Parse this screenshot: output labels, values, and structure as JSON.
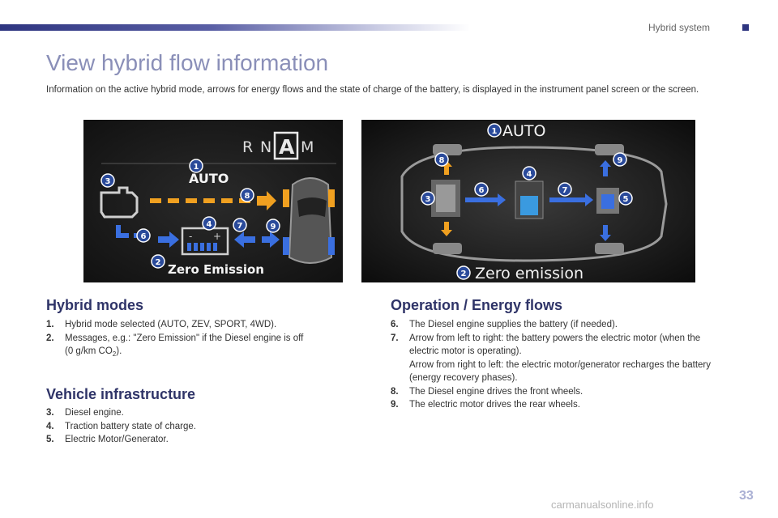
{
  "header": {
    "section": "Hybrid system"
  },
  "title": "View hybrid flow information",
  "intro": "Information on the active hybrid mode, arrows for energy flows and the state of charge of the battery, is displayed in the instrument panel screen or the screen.",
  "left_panel": {
    "gear_r": "R",
    "gear_n": "N",
    "gear_a": "A",
    "gear_m": "M",
    "mode": "AUTO",
    "message": "Zero Emission",
    "battery_minus": "-",
    "battery_plus": "+",
    "callouts": [
      "1",
      "2",
      "3",
      "4",
      "6",
      "7",
      "8",
      "9"
    ]
  },
  "right_panel": {
    "mode": "AUTO",
    "message": "Zero emission",
    "callouts": [
      "1",
      "2",
      "3",
      "4",
      "5",
      "6",
      "7",
      "8",
      "9"
    ]
  },
  "hybrid_modes": {
    "heading": "Hybrid modes",
    "items": [
      {
        "num": "1.",
        "text": "Hybrid mode selected (AUTO, ZEV, SPORT, 4WD)."
      },
      {
        "num": "2.",
        "text": "Messages, e.g.: \"Zero Emission\" if the Diesel engine is off",
        "text2": "(0 g/km CO",
        "sub": "2",
        "text3": ")."
      }
    ]
  },
  "vehicle_infra": {
    "heading": "Vehicle infrastructure",
    "items": [
      {
        "num": "3.",
        "text": "Diesel engine."
      },
      {
        "num": "4.",
        "text": "Traction battery state of charge."
      },
      {
        "num": "5.",
        "text": "Electric Motor/Generator."
      }
    ]
  },
  "operation": {
    "heading": "Operation / Energy flows",
    "items": [
      {
        "num": "6.",
        "text": "The Diesel engine supplies the battery (if needed)."
      },
      {
        "num": "7.",
        "text": "Arrow from left to right: the battery powers the electric motor (when the electric motor is operating).",
        "text2": "Arrow from right to left: the electric motor/generator recharges the battery (energy recovery phases)."
      },
      {
        "num": "8.",
        "text": "The Diesel engine drives the front wheels."
      },
      {
        "num": "9.",
        "text": "The electric motor drives the rear wheels."
      }
    ]
  },
  "footer": {
    "page_number": "33",
    "watermark": "carmanualsonline.info"
  },
  "colors": {
    "accent": "#2f3468",
    "arrow_blue": "#3a6fe0",
    "arrow_orange": "#f0a020",
    "title": "#8a8fb8"
  }
}
